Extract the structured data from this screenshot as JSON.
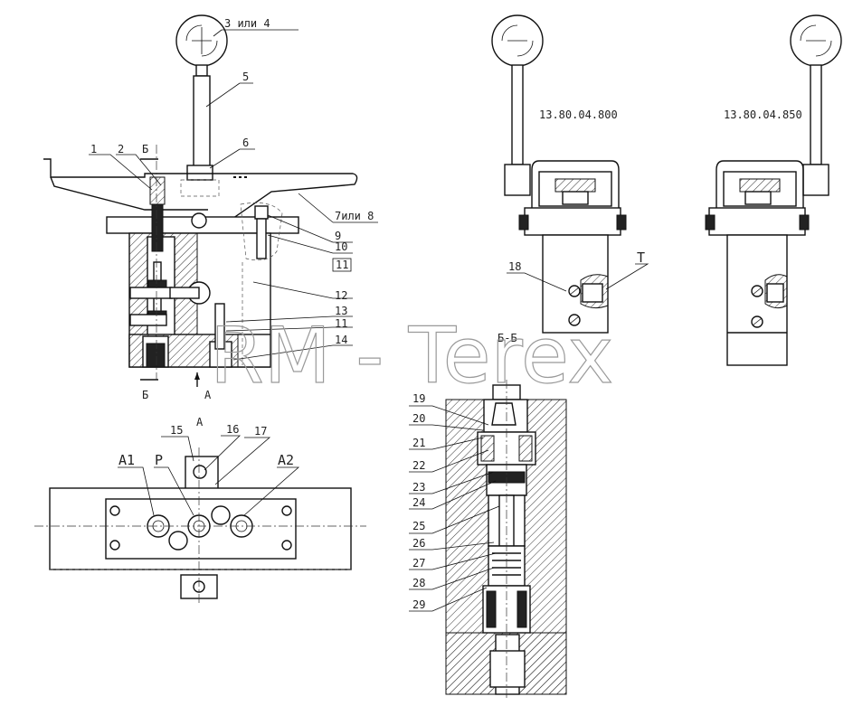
{
  "labels": {
    "p1": "1",
    "p2": "2",
    "sectB_top": "Б",
    "p3": "3 или 4",
    "p5": "5",
    "p6": "6",
    "p7": "7или 8",
    "p9": "9",
    "p10": "10",
    "p11a": "11",
    "p12": "12",
    "p13": "13",
    "p11b": "11",
    "p14": "14",
    "sectB_bot": "Б",
    "viewA_arrow": "А",
    "viewA_title": "А",
    "p15": "15",
    "p16": "16",
    "p17": "17",
    "portA1": "A1",
    "portP": "P",
    "portA2": "A2",
    "model1": "13.80.04.800",
    "model2": "13.80.04.850",
    "p18": "18",
    "portT": "T",
    "sectionBB": "Б-Б",
    "p19": "19",
    "p20": "20",
    "p21": "21",
    "p22": "22",
    "p23": "23",
    "p24": "24",
    "p25": "25",
    "p26": "26",
    "p27": "27",
    "p28": "28",
    "p29": "29"
  },
  "watermark": "RM - Terex",
  "colors": {
    "line": "#111111",
    "hatch": "#333333",
    "watermark": "#9a9a9a"
  }
}
